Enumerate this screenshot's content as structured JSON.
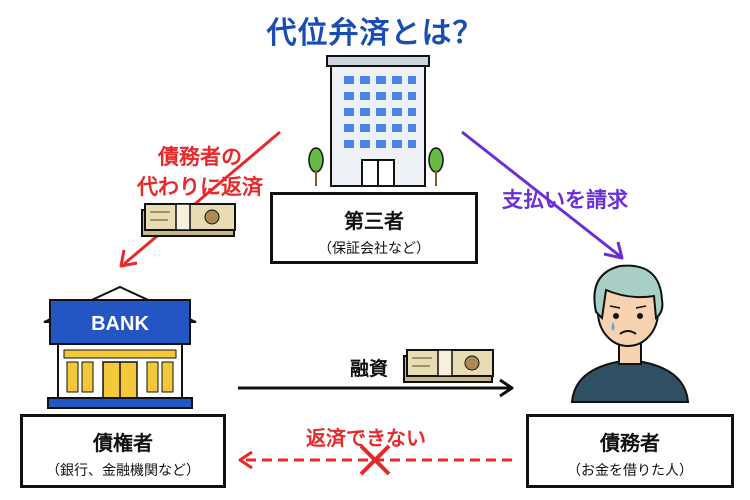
{
  "title": "代位弁済とは？",
  "third_party": {
    "name": "第三者",
    "note": "（保証会社など）"
  },
  "creditor": {
    "name": "債権者",
    "note": "（銀行、金融機関など）",
    "bank_sign": "BANK"
  },
  "debtor": {
    "name": "債務者",
    "note": "（お金を借りた人）"
  },
  "arrows": {
    "repay_on_behalf": "債務者の代わりに返済",
    "repay_line1": "債務者の",
    "repay_line2": "代わりに返済",
    "demand_payment": "支払いを請求",
    "loan": "融資",
    "cannot_repay": "返済できない"
  },
  "colors": {
    "title": "#1a4db3",
    "red": "#e8292b",
    "purple": "#6a2fd8",
    "black": "#111111"
  },
  "icons": [
    "building-icon",
    "bank-icon",
    "person-icon",
    "money-icon",
    "cross-icon"
  ]
}
